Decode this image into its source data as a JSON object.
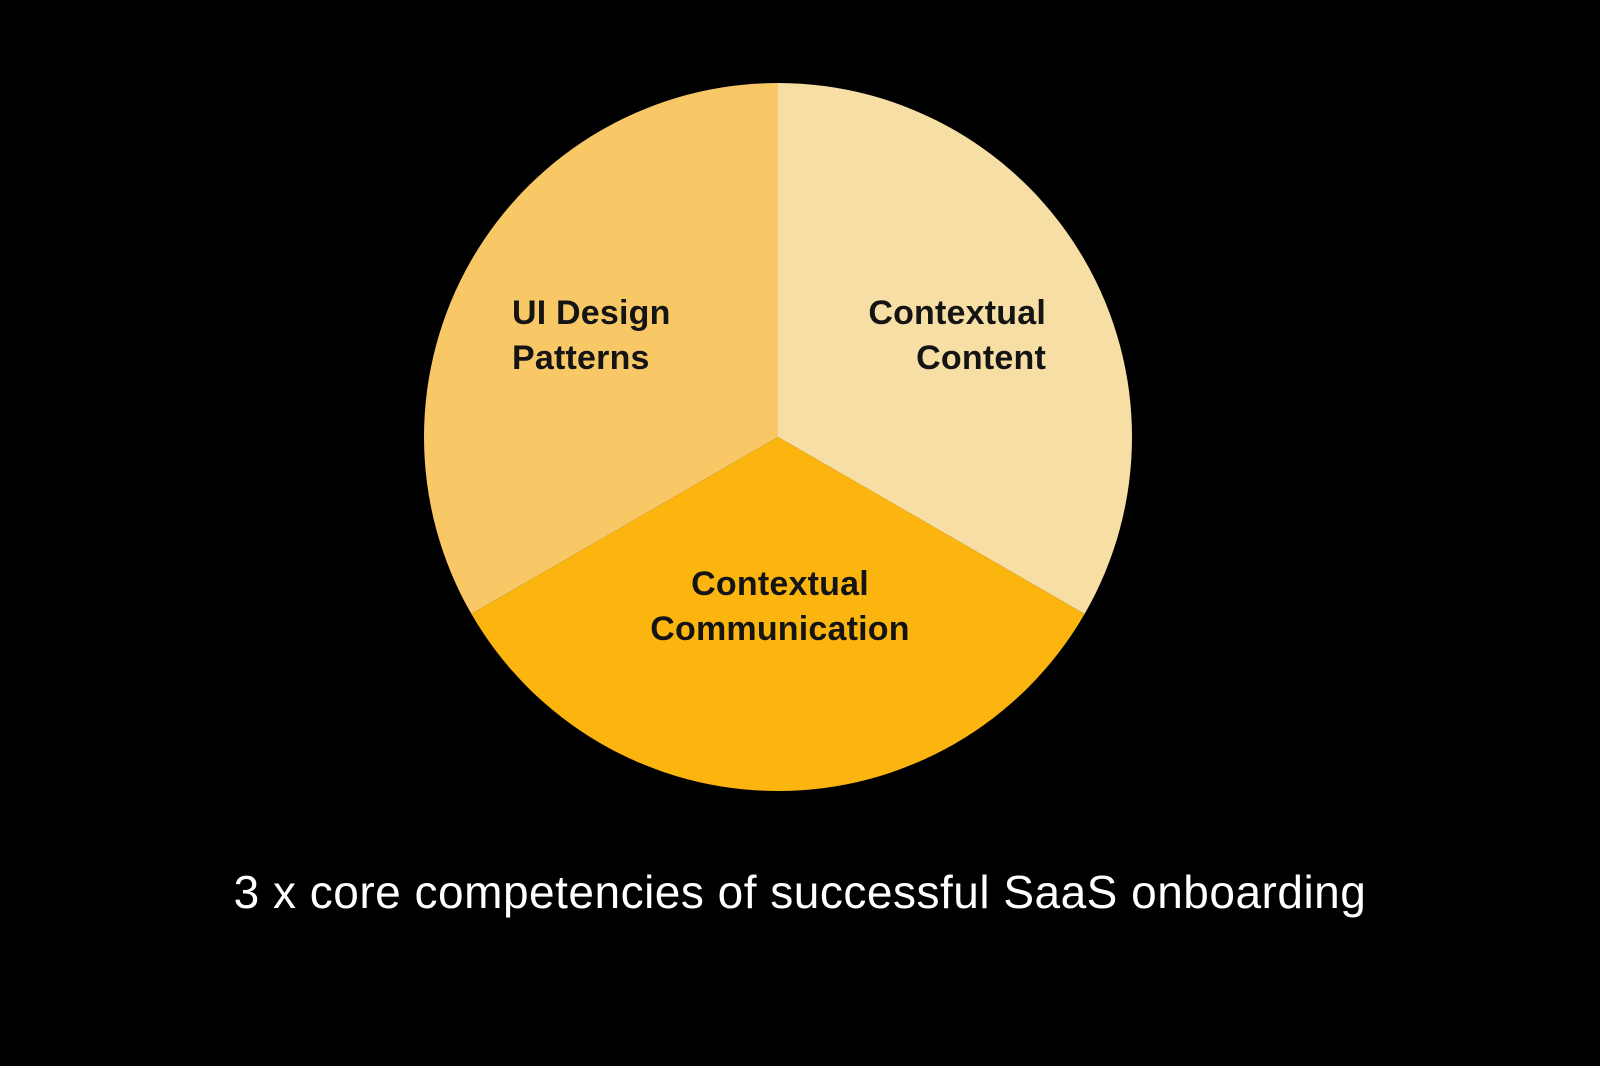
{
  "page": {
    "background_color": "#000000"
  },
  "caption": {
    "text": "3 x core competencies of successful SaaS onboarding",
    "color": "#ffffff"
  },
  "chart_data": {
    "type": "pie",
    "title": "3 x core competencies of successful SaaS onboarding",
    "legend": "none",
    "start_angle_deg": 90,
    "direction": "clockwise",
    "label_color": "#141414",
    "slices": [
      {
        "label": "Contextual Content",
        "value": 1,
        "share_pct": 33.3,
        "color": "#F7DEA4",
        "position": "top-right"
      },
      {
        "label": "Contextual Communication",
        "value": 1,
        "share_pct": 33.3,
        "color": "#FBB50E",
        "position": "bottom"
      },
      {
        "label": "UI Design Patterns",
        "value": 1,
        "share_pct": 33.3,
        "color": "#F8C867",
        "position": "top-left"
      }
    ]
  }
}
